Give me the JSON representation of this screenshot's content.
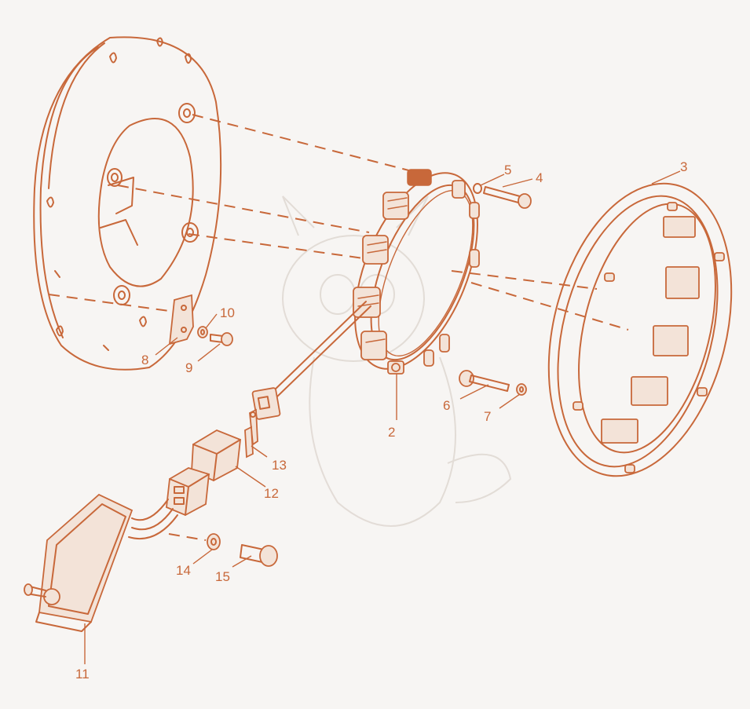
{
  "diagram": {
    "colors": {
      "line": "#c8683a",
      "background": "#f7f5f3"
    },
    "callouts": [
      {
        "id": "c1",
        "text": "2"
      },
      {
        "id": "c2",
        "text": "3"
      },
      {
        "id": "c3",
        "text": "4"
      },
      {
        "id": "c4",
        "text": "5"
      },
      {
        "id": "c5",
        "text": "6"
      },
      {
        "id": "c6",
        "text": "7"
      },
      {
        "id": "c7",
        "text": "8"
      },
      {
        "id": "c8",
        "text": "9"
      },
      {
        "id": "c9",
        "text": "10"
      },
      {
        "id": "c10",
        "text": "11"
      },
      {
        "id": "c11",
        "text": "12"
      },
      {
        "id": "c12",
        "text": "13"
      },
      {
        "id": "c13",
        "text": "14"
      },
      {
        "id": "c14",
        "text": "15"
      }
    ]
  }
}
